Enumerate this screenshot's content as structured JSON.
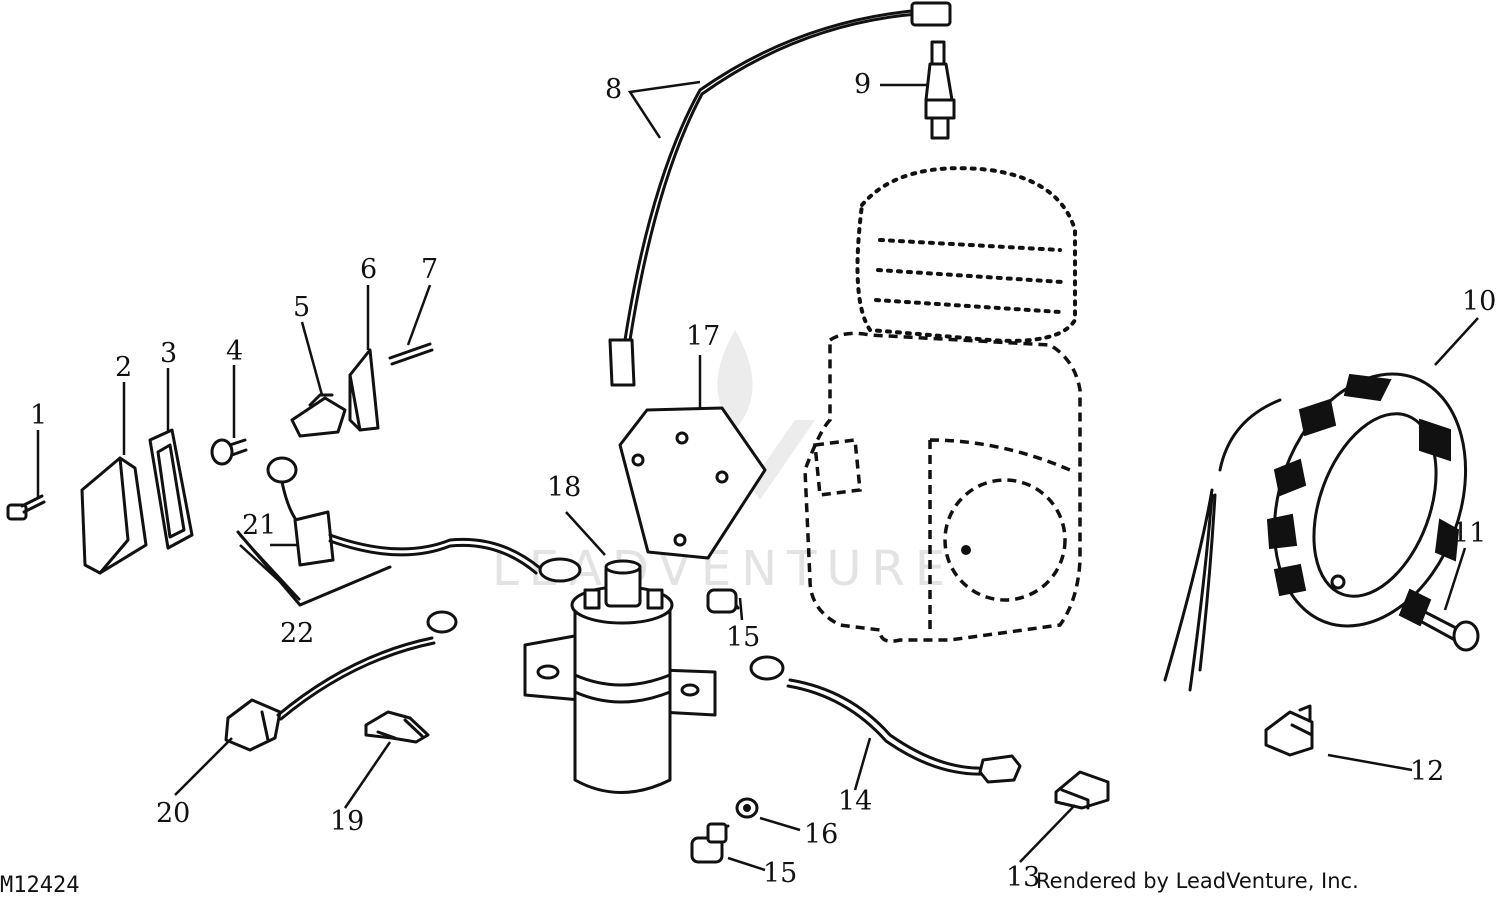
{
  "diagram": {
    "figure_code": "M12424",
    "credit": "Rendered by LeadVenture, Inc.",
    "watermark": "LEADVENTURE",
    "callouts": {
      "c1": "1",
      "c2": "2",
      "c3": "3",
      "c4": "4",
      "c5": "5",
      "c6": "6",
      "c7": "7",
      "c8": "8",
      "c9": "9",
      "c10": "10",
      "c11": "11",
      "c12": "12",
      "c13": "13",
      "c14": "14",
      "c15a": "15",
      "c15b": "15",
      "c16": "16",
      "c17": "17",
      "c18": "18",
      "c19": "19",
      "c20": "20",
      "c21": "21",
      "c22": "22"
    }
  }
}
